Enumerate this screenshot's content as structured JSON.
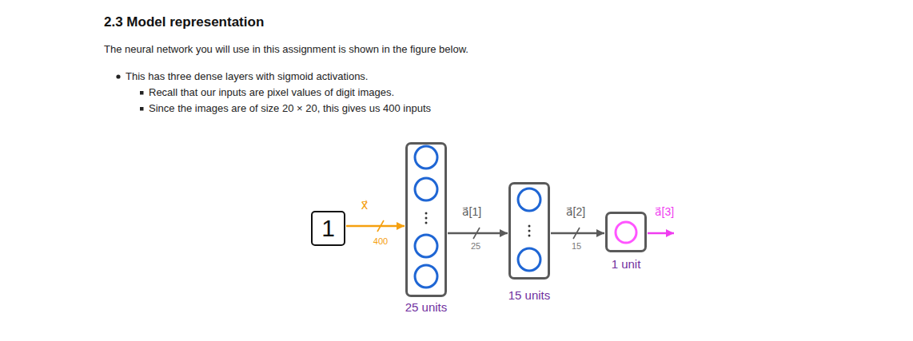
{
  "diagram": {
    "title": "2.3 Model representation",
    "nodes": [
      {
        "text": [
          "1"
        ]
      },
      {
        "text": [
          "25 units"
        ]
      },
      {
        "text": [
          "15 units"
        ]
      },
      {
        "text": [
          "1 unit"
        ]
      }
    ],
    "edges": [
      {
        "from": 0,
        "to": 1,
        "arrow": "to",
        "label": "x⃗"
      },
      {
        "from": 1,
        "to": 2,
        "arrow": "to",
        "label": "a⃗[1]"
      },
      {
        "from": 2,
        "to": 3,
        "arrow": "to",
        "label": "a⃗[2]"
      }
    ],
    "labels": [
      "The neural network you will use in this assignment is shown in the figure below.",
      "This has three dense layers with sigmoid activations.",
      "Recall that our inputs are pixel values of digit images.",
      "Since the images are of size 20 × 20, this gives us 400 inputs",
      "400",
      "25",
      "15",
      "a⃗[3]"
    ]
  }
}
